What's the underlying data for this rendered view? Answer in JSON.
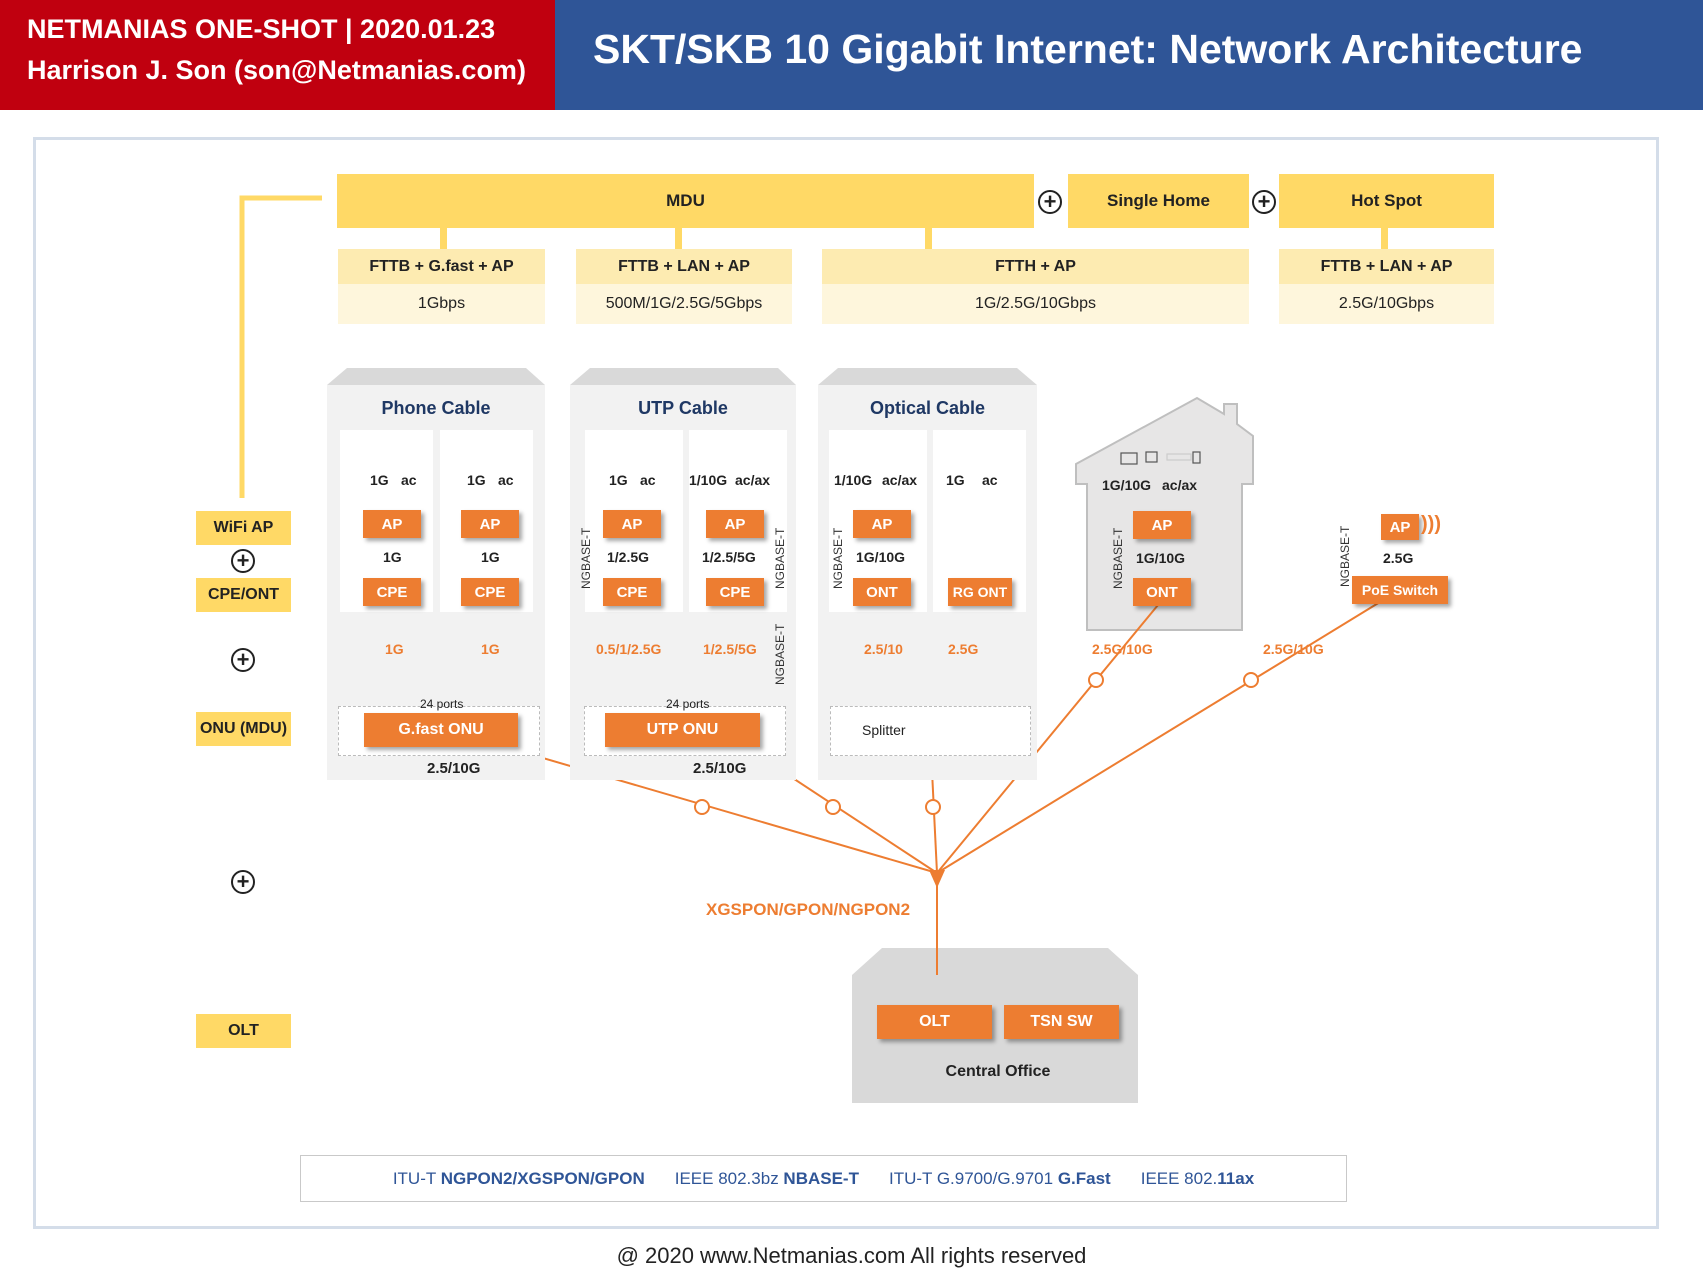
{
  "header": {
    "left_line1": "NETMANIAS ONE-SHOT | 2020.01.23",
    "left_line2": "Harrison J. Son (son@Netmanias.com)",
    "title": "SKT/SKB 10 Gigabit Internet: Network Architecture"
  },
  "colors": {
    "red": "#c0000f",
    "blue": "#2f5597",
    "orange": "#ed7d31",
    "yellow": "#ffd966",
    "light_yellow": "#fdebb1"
  },
  "layers": {
    "wifi_ap": "WiFi AP",
    "cpe_ont": "CPE/ONT",
    "onu_mdu": "ONU (MDU)",
    "olt": "OLT",
    "plus": "+"
  },
  "top": {
    "mdu": "MDU",
    "single_home": "Single Home",
    "hot_spot": "Hot Spot",
    "services": [
      {
        "name": "FTTB + G.fast + AP",
        "speed": "1Gbps"
      },
      {
        "name": "FTTB + LAN + AP",
        "speed": "500M/1G/2.5G/5Gbps"
      },
      {
        "name": "FTTH + AP",
        "speed": "1G/2.5G/10Gbps"
      },
      {
        "name": "FTTB + LAN + AP",
        "speed": "2.5G/10Gbps"
      }
    ]
  },
  "panels": {
    "phone": {
      "title": "Phone Cable",
      "col1": {
        "wifi": "1G",
        "std": "ac",
        "ap": "AP",
        "link": "1G",
        "dev": "CPE",
        "down": "1G"
      },
      "col2": {
        "wifi": "1G",
        "std": "ac",
        "ap": "AP",
        "link": "1G",
        "dev": "CPE",
        "down": "1G"
      },
      "ports": "24 ports",
      "onu": "G.fast ONU",
      "uplink": "2.5/10G"
    },
    "utp": {
      "title": "UTP Cable",
      "col1": {
        "wifi": "1G",
        "std": "ac",
        "ap": "AP",
        "link": "1/2.5G",
        "dev": "CPE",
        "down": "0.5/1/2.5G"
      },
      "col2": {
        "wifi": "1/10G",
        "std": "ac/ax",
        "ap": "AP",
        "link": "1/2.5/5G",
        "dev": "CPE",
        "down": "1/2.5/5G"
      },
      "ports": "24 ports",
      "onu": "UTP ONU",
      "uplink": "2.5/10G",
      "ngbase": "NGBASE-T"
    },
    "optical": {
      "title": "Optical Cable",
      "col1": {
        "wifi": "1/10G",
        "std": "ac/ax",
        "ap": "AP",
        "link": "1G/10G",
        "dev": "ONT",
        "down": "2.5/10"
      },
      "col2": {
        "wifi": "1G",
        "std": "ac",
        "dev": "RG ONT",
        "down": "2.5G"
      },
      "splitter": "Splitter",
      "ngbase": "NGBASE-T"
    },
    "home": {
      "wifi": "1G/10G",
      "std": "ac/ax",
      "ap": "AP",
      "link": "1G/10G",
      "dev": "ONT",
      "down": "2.5G/10G",
      "ngbase": "NGBASE-T"
    },
    "hotspot": {
      "ap": "AP",
      "link": "2.5G",
      "dev": "PoE Switch",
      "down": "2.5G/10G",
      "ngbase": "NGBASE-T"
    }
  },
  "pon": "XGSPON/GPON/NGPON2",
  "central_office": {
    "olt": "OLT",
    "tsn": "TSN SW",
    "label": "Central Office"
  },
  "footer": {
    "standards": [
      {
        "prefix": "ITU-T ",
        "bold": "NGPON2/XGSPON/GPON"
      },
      {
        "prefix": "IEEE 802.3bz ",
        "bold": "NBASE-T"
      },
      {
        "prefix": "ITU-T G.9700/G.9701 ",
        "bold": "G.Fast"
      },
      {
        "prefix": "IEEE 802.",
        "bold": "11ax"
      }
    ],
    "copyright": "@ 2020 www.Netmanias.com  All rights reserved"
  }
}
